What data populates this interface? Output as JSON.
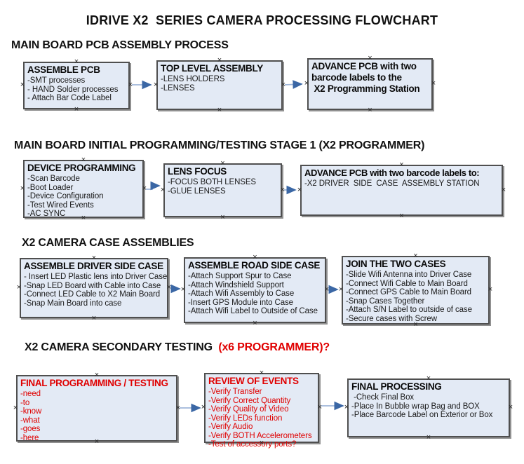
{
  "title": "IDRIVE X2  SERIES CAMERA PROCESSING FLOWCHART",
  "colors": {
    "box_fill": "#e3eaf5",
    "box_border": "#4f4f4f",
    "arrow_line": "#9fb6d9",
    "arrow_head": "#3b67a5",
    "red_text": "#e00000",
    "black_text": "#111111"
  },
  "sections": [
    {
      "header": "MAIN BOARD PCB ASSEMBLY PROCESS",
      "boxes": [
        {
          "title": "ASSEMBLE PCB",
          "items": [
            "-SMT processes",
            "- HAND Solder processes",
            "- Attach Bar Code Label"
          ]
        },
        {
          "title": "TOP LEVEL ASSEMBLY",
          "items": [
            "-LENS HOLDERS",
            "-LENSES"
          ]
        },
        {
          "title": "ADVANCE PCB with two\nbarcode labels to the\n X2 Programming Station",
          "items": []
        }
      ]
    },
    {
      "header": "MAIN BOARD INITIAL PROGRAMMING/TESTING STAGE 1 (X2 PROGRAMMER)",
      "boxes": [
        {
          "title": "DEVICE PROGRAMMING",
          "items": [
            "-Scan Barcode",
            "-Boot Loader",
            "-Device Configuration",
            "-Test Wired Events",
            "-AC SYNC"
          ]
        },
        {
          "title": "LENS FOCUS",
          "items": [
            "-FOCUS BOTH LENSES",
            "-GLUE LENSES"
          ]
        },
        {
          "title": "ADVANCE PCB with two barcode labels to:",
          "items": [
            "-X2 DRIVER  SIDE  CASE  ASSEMBLY STATION"
          ]
        }
      ]
    },
    {
      "header": "X2 CAMERA CASE ASSEMBLIES",
      "boxes": [
        {
          "title": "ASSEMBLE DRIVER SIDE CASE",
          "items": [
            "- Insert LED Plastic lens into Driver Case",
            "-Snap LED Board with Cable into Case",
            "-Connect LED Cable to X2 Main Board",
            "-Snap Main Board into case"
          ]
        },
        {
          "title": "ASSEMBLE ROAD SIDE CASE",
          "items": [
            "-Attach Support Spur to Case",
            "-Attach Windshield Support",
            "-Attach Wifi Assembly to Case",
            "-Insert GPS Module into Case",
            "-Attach Wifi Label to Outside of Case"
          ]
        },
        {
          "title": "JOIN THE TWO CASES",
          "items": [
            "-Slide Wifi Antenna into Driver Case",
            "-Connect Wifi Cable to Main Board",
            "-Connect GPS Cable to Main Board",
            "-Snap Cases Together",
            "-Attach S/N Label to outside of case",
            "-Secure cases with Screw"
          ]
        }
      ]
    },
    {
      "header_black": "X2 CAMERA SECONDARY TESTING ",
      "header_red": " (x6 PROGRAMMER)?",
      "boxes": [
        {
          "title": "FINAL PROGRAMMING / TESTING",
          "items": [
            "-need",
            "-to",
            "-know",
            "-what",
            "-goes",
            "-here"
          ]
        },
        {
          "title": "REVIEW OF EVENTS",
          "items": [
            "-Verify Transfer",
            "-Verify Correct Quantity",
            "-Verify Quality of Video",
            "-Verify LEDs function",
            "-Verify Audio",
            "-Verify BOTH Accelerometers",
            "-Test of accessory ports?"
          ]
        },
        {
          "title": "FINAL PROCESSING",
          "items": [
            " -Check Final Box",
            "-Place In Bubble wrap Bag and BOX",
            "-Place Barcode Label on Exterior or Box"
          ]
        }
      ]
    }
  ]
}
